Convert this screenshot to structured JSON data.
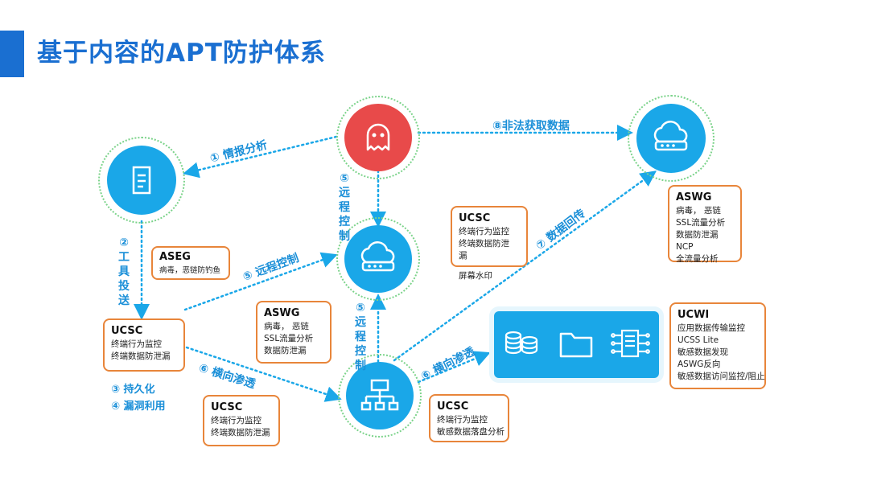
{
  "title": "基于内容的APT防护体系",
  "labels": {
    "l1": "① 情报分析",
    "l8": "⑧非法获取数据",
    "l2": "② 工 具 投 送",
    "l5a": "⑤ 远程控制",
    "l5b": "⑤ 远 程 控 制",
    "l5c": "⑤ 远 程 控 制",
    "l7": "⑦ 数据回传",
    "l6a": "⑥ 横向渗透",
    "l6b": "⑥ 横向渗透",
    "l3": "③ 持久化",
    "l4": "④ 漏洞利用"
  },
  "boxes": {
    "aseg": {
      "title": "ASEG",
      "lines": [
        "病毒，恶链防钓鱼"
      ]
    },
    "aswg_mid": {
      "title": "ASWG",
      "lines": [
        "病毒， 恶链",
        "SSL流量分析",
        "数据防泄漏"
      ]
    },
    "ucsc_left": {
      "title": "UCSC",
      "lines": [
        "终端行为监控",
        "终端数据防泄漏"
      ]
    },
    "ucsc_bottom_left": {
      "title": "UCSC",
      "lines": [
        "终端行为监控",
        "终端数据防泄漏"
      ]
    },
    "ucsc_top": {
      "title": "UCSC",
      "lines": [
        "终端行为监控",
        "终端数据防泄",
        "漏",
        "屏幕水印"
      ]
    },
    "aswg_right": {
      "title": "ASWG",
      "lines": [
        "病毒， 恶链",
        "SSL流量分析",
        "数据防泄漏",
        "NCP",
        "全流量分析"
      ]
    },
    "ucwi": {
      "title": "UCWI",
      "lines": [
        "应用数据传输监控",
        "UCSS Lite",
        "敏感数据发现",
        "ASWG反向",
        "敏感数据访问监控/阻止"
      ]
    },
    "ucsc_bottom": {
      "title": "UCSC",
      "lines": [
        "终端行为监控",
        "敏感数据落盘分析"
      ]
    }
  },
  "icons": {
    "ghost": "ghost-icon",
    "document": "document-icon",
    "cloud_left": "cloud-server-icon",
    "cloud_right": "cloud-server-icon",
    "network": "network-topology-icon",
    "database": "database-icon",
    "folder": "folder-icon",
    "server": "server-chip-icon"
  },
  "colors": {
    "title": "#1a6fd1",
    "accent": "#1aa7e8",
    "danger": "#e84a4a",
    "box_border": "#e8853a",
    "ring": "#7bd38a"
  }
}
